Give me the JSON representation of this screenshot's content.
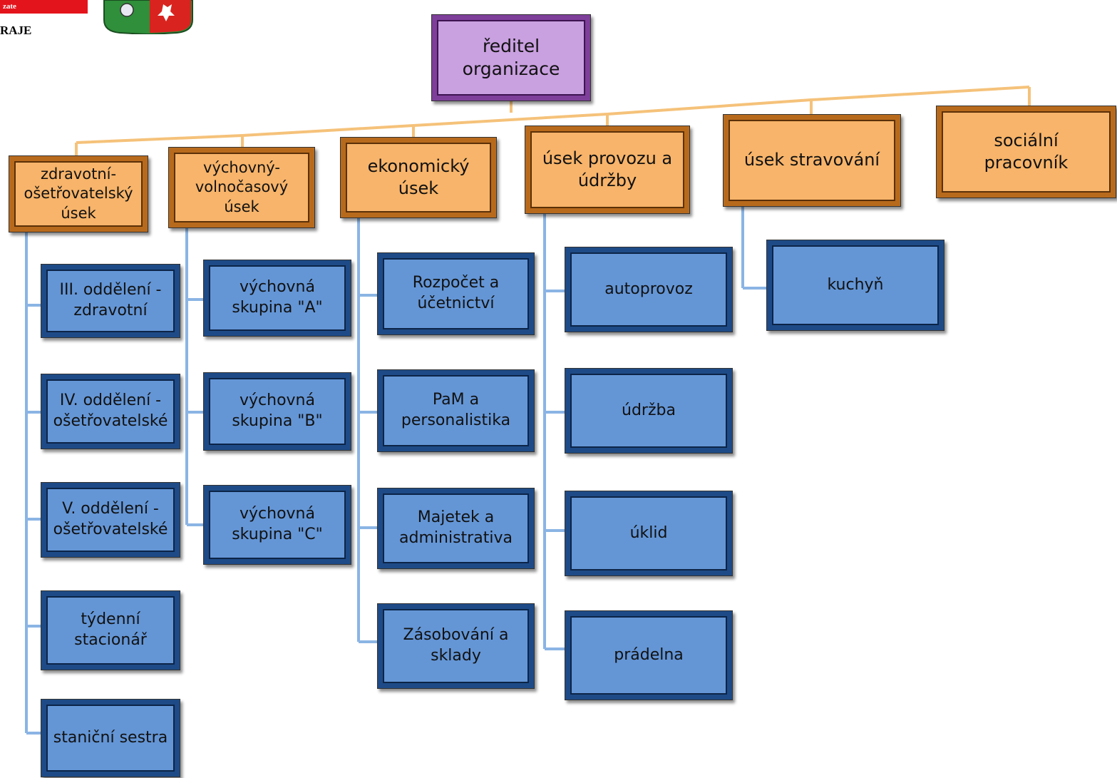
{
  "header": {
    "logo_left_fragment": "zate",
    "logo_text": "RAJE"
  },
  "chart": {
    "director": "ředitel\norganizace",
    "departments": [
      {
        "label": "zdravotní-\nošetřovatelský\núsek",
        "units": [
          "III. oddělení -\nzdravotní",
          "IV. oddělení -\nošetřovatelské",
          "V. oddělení -\nošetřovatelské",
          "týdenní\nstacionář",
          "staniční sestra"
        ]
      },
      {
        "label": "výchovný-\nvolnočasový\núsek",
        "units": [
          "výchovná\nskupina \"A\"",
          "výchovná\nskupina \"B\"",
          "výchovná\nskupina \"C\""
        ]
      },
      {
        "label": "ekonomický\núsek",
        "units": [
          "Rozpočet a\núčetnictví",
          "PaM a\npersonalistika",
          "Majetek a\nadministrativa",
          "Zásobování a\nsklady"
        ]
      },
      {
        "label": "úsek provozu a\núdržby",
        "units": [
          "autoprovoz",
          "údržba",
          "úklid",
          "prádelna"
        ]
      },
      {
        "label": "úsek stravování",
        "units": [
          "kuchyň"
        ]
      },
      {
        "label": "sociální\npracovník",
        "units": []
      }
    ]
  },
  "colors": {
    "director": "#c9a0e0",
    "department": "#f7b46a",
    "unit": "#6496d6",
    "top_connector": "#f5c27a",
    "unit_connector": "#8ab4e4"
  }
}
